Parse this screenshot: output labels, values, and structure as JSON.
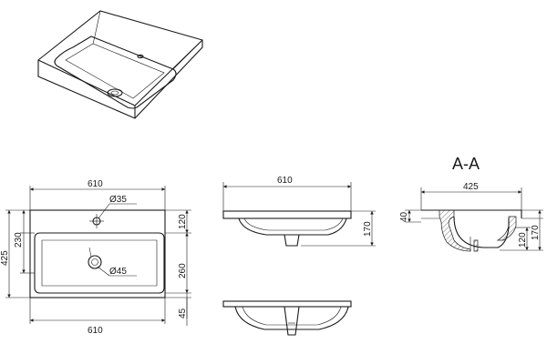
{
  "section_title": "A-A",
  "dimensions": {
    "top_width": "610",
    "bottom_width": "610",
    "side_width": "610",
    "hole_small": "Ø35",
    "hole_large": "Ø45",
    "total_depth": "425",
    "inner_depth": "230",
    "top_zone": "120",
    "bowl_zone": "260",
    "front_zone": "45",
    "side_height": "170",
    "section_width": "425",
    "section_rim": "40",
    "section_height_a": "120",
    "section_height_b": "170"
  }
}
